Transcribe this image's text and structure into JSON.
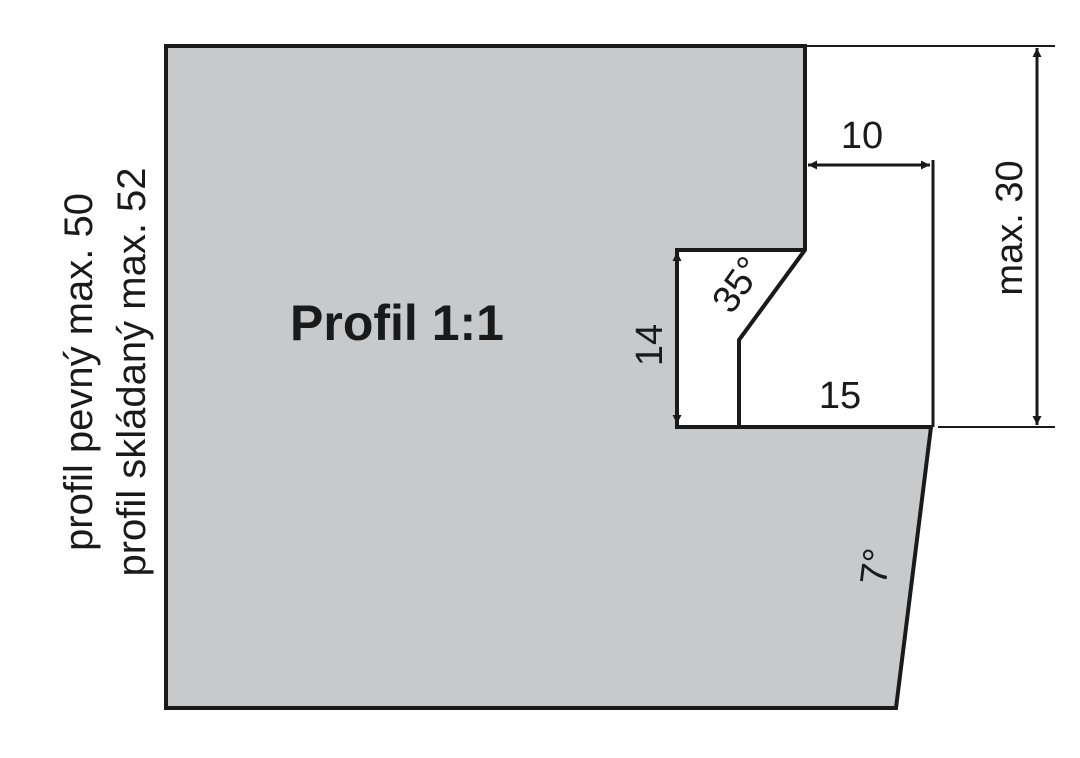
{
  "colors": {
    "profile_fill": "#c8c9cb",
    "line": "#1a1a1a",
    "background": "#ffffff"
  },
  "title": "Profil 1:1",
  "side_labels": {
    "fixed": "profil pevný max. 50",
    "folded": "profil skládaný max. 52"
  },
  "dimensions": {
    "rebate_width": "10",
    "rebate_depth": "15",
    "height": "14",
    "max_height": "max. 30",
    "chamfer_angle": "35°",
    "taper_angle": "7°"
  }
}
